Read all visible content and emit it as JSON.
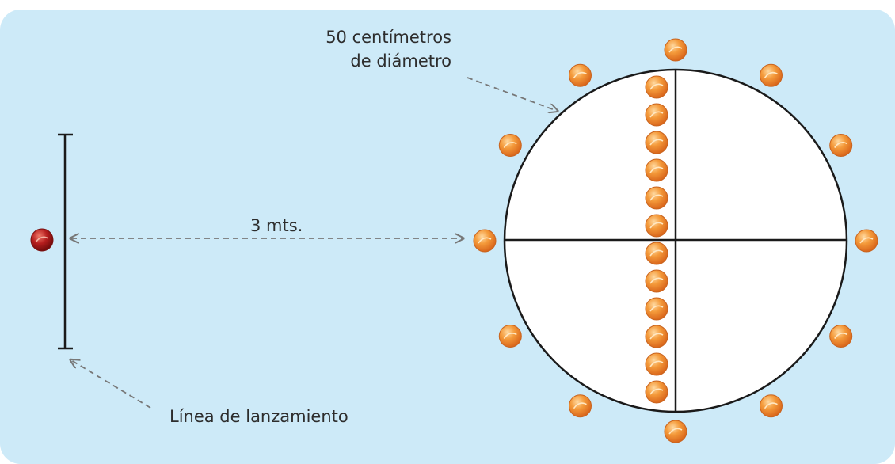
{
  "labels": {
    "diameter_line1": "50 centímetros",
    "diameter_line2": "de diámetro",
    "distance": "3 mts.",
    "launch_line": "Línea de lanzamiento"
  },
  "colors": {
    "background": "#cdeaf8",
    "line": "#1a1a1a",
    "dashed_arrow": "#777777",
    "marble_orange": "#f08a2a",
    "marble_red": "#b0171b"
  },
  "icons": {
    "marble": "orange-marble-icon",
    "player_marble": "red-marble-icon"
  }
}
